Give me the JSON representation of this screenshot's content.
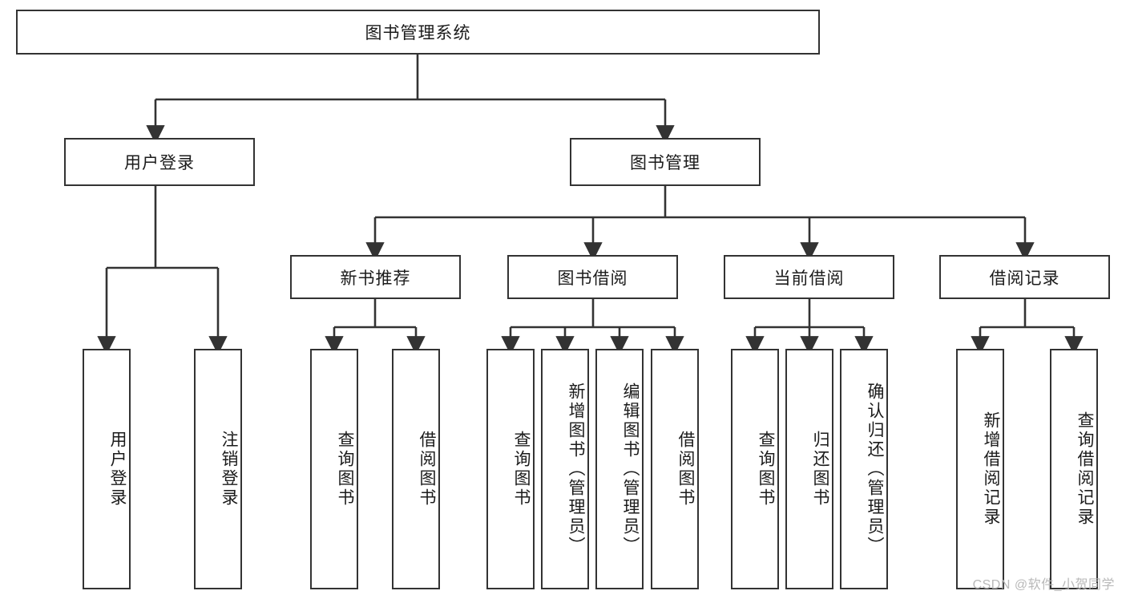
{
  "diagram": {
    "title": "图书管理系统",
    "root": {
      "label": "图书管理系统"
    },
    "level2": [
      {
        "label": "用户登录"
      },
      {
        "label": "图书管理"
      }
    ],
    "level3": [
      {
        "label": "新书推荐"
      },
      {
        "label": "图书借阅"
      },
      {
        "label": "当前借阅"
      },
      {
        "label": "借阅记录"
      }
    ],
    "leaves": {
      "user_login": [
        {
          "label": "用户登录"
        },
        {
          "label": "注销登录"
        }
      ],
      "new_book_recommend": [
        {
          "label": "查询图书"
        },
        {
          "label": "借阅图书"
        }
      ],
      "book_borrow": [
        {
          "label": "查询图书"
        },
        {
          "label": "新增图书（管理员）"
        },
        {
          "label": "编辑图书（管理员）"
        },
        {
          "label": "借阅图书"
        }
      ],
      "current_borrow": [
        {
          "label": "查询图书"
        },
        {
          "label": "归还图书"
        },
        {
          "label": "确认归还（管理员）"
        }
      ],
      "borrow_record": [
        {
          "label": "新增借阅记录"
        },
        {
          "label": "查询借阅记录"
        }
      ]
    }
  },
  "watermark": {
    "text": "CSDN @软件_小贺同学"
  },
  "colors": {
    "border": "#333333",
    "text": "#1b1b1b",
    "background": "#ffffff",
    "watermark": "#b9b9b9"
  }
}
